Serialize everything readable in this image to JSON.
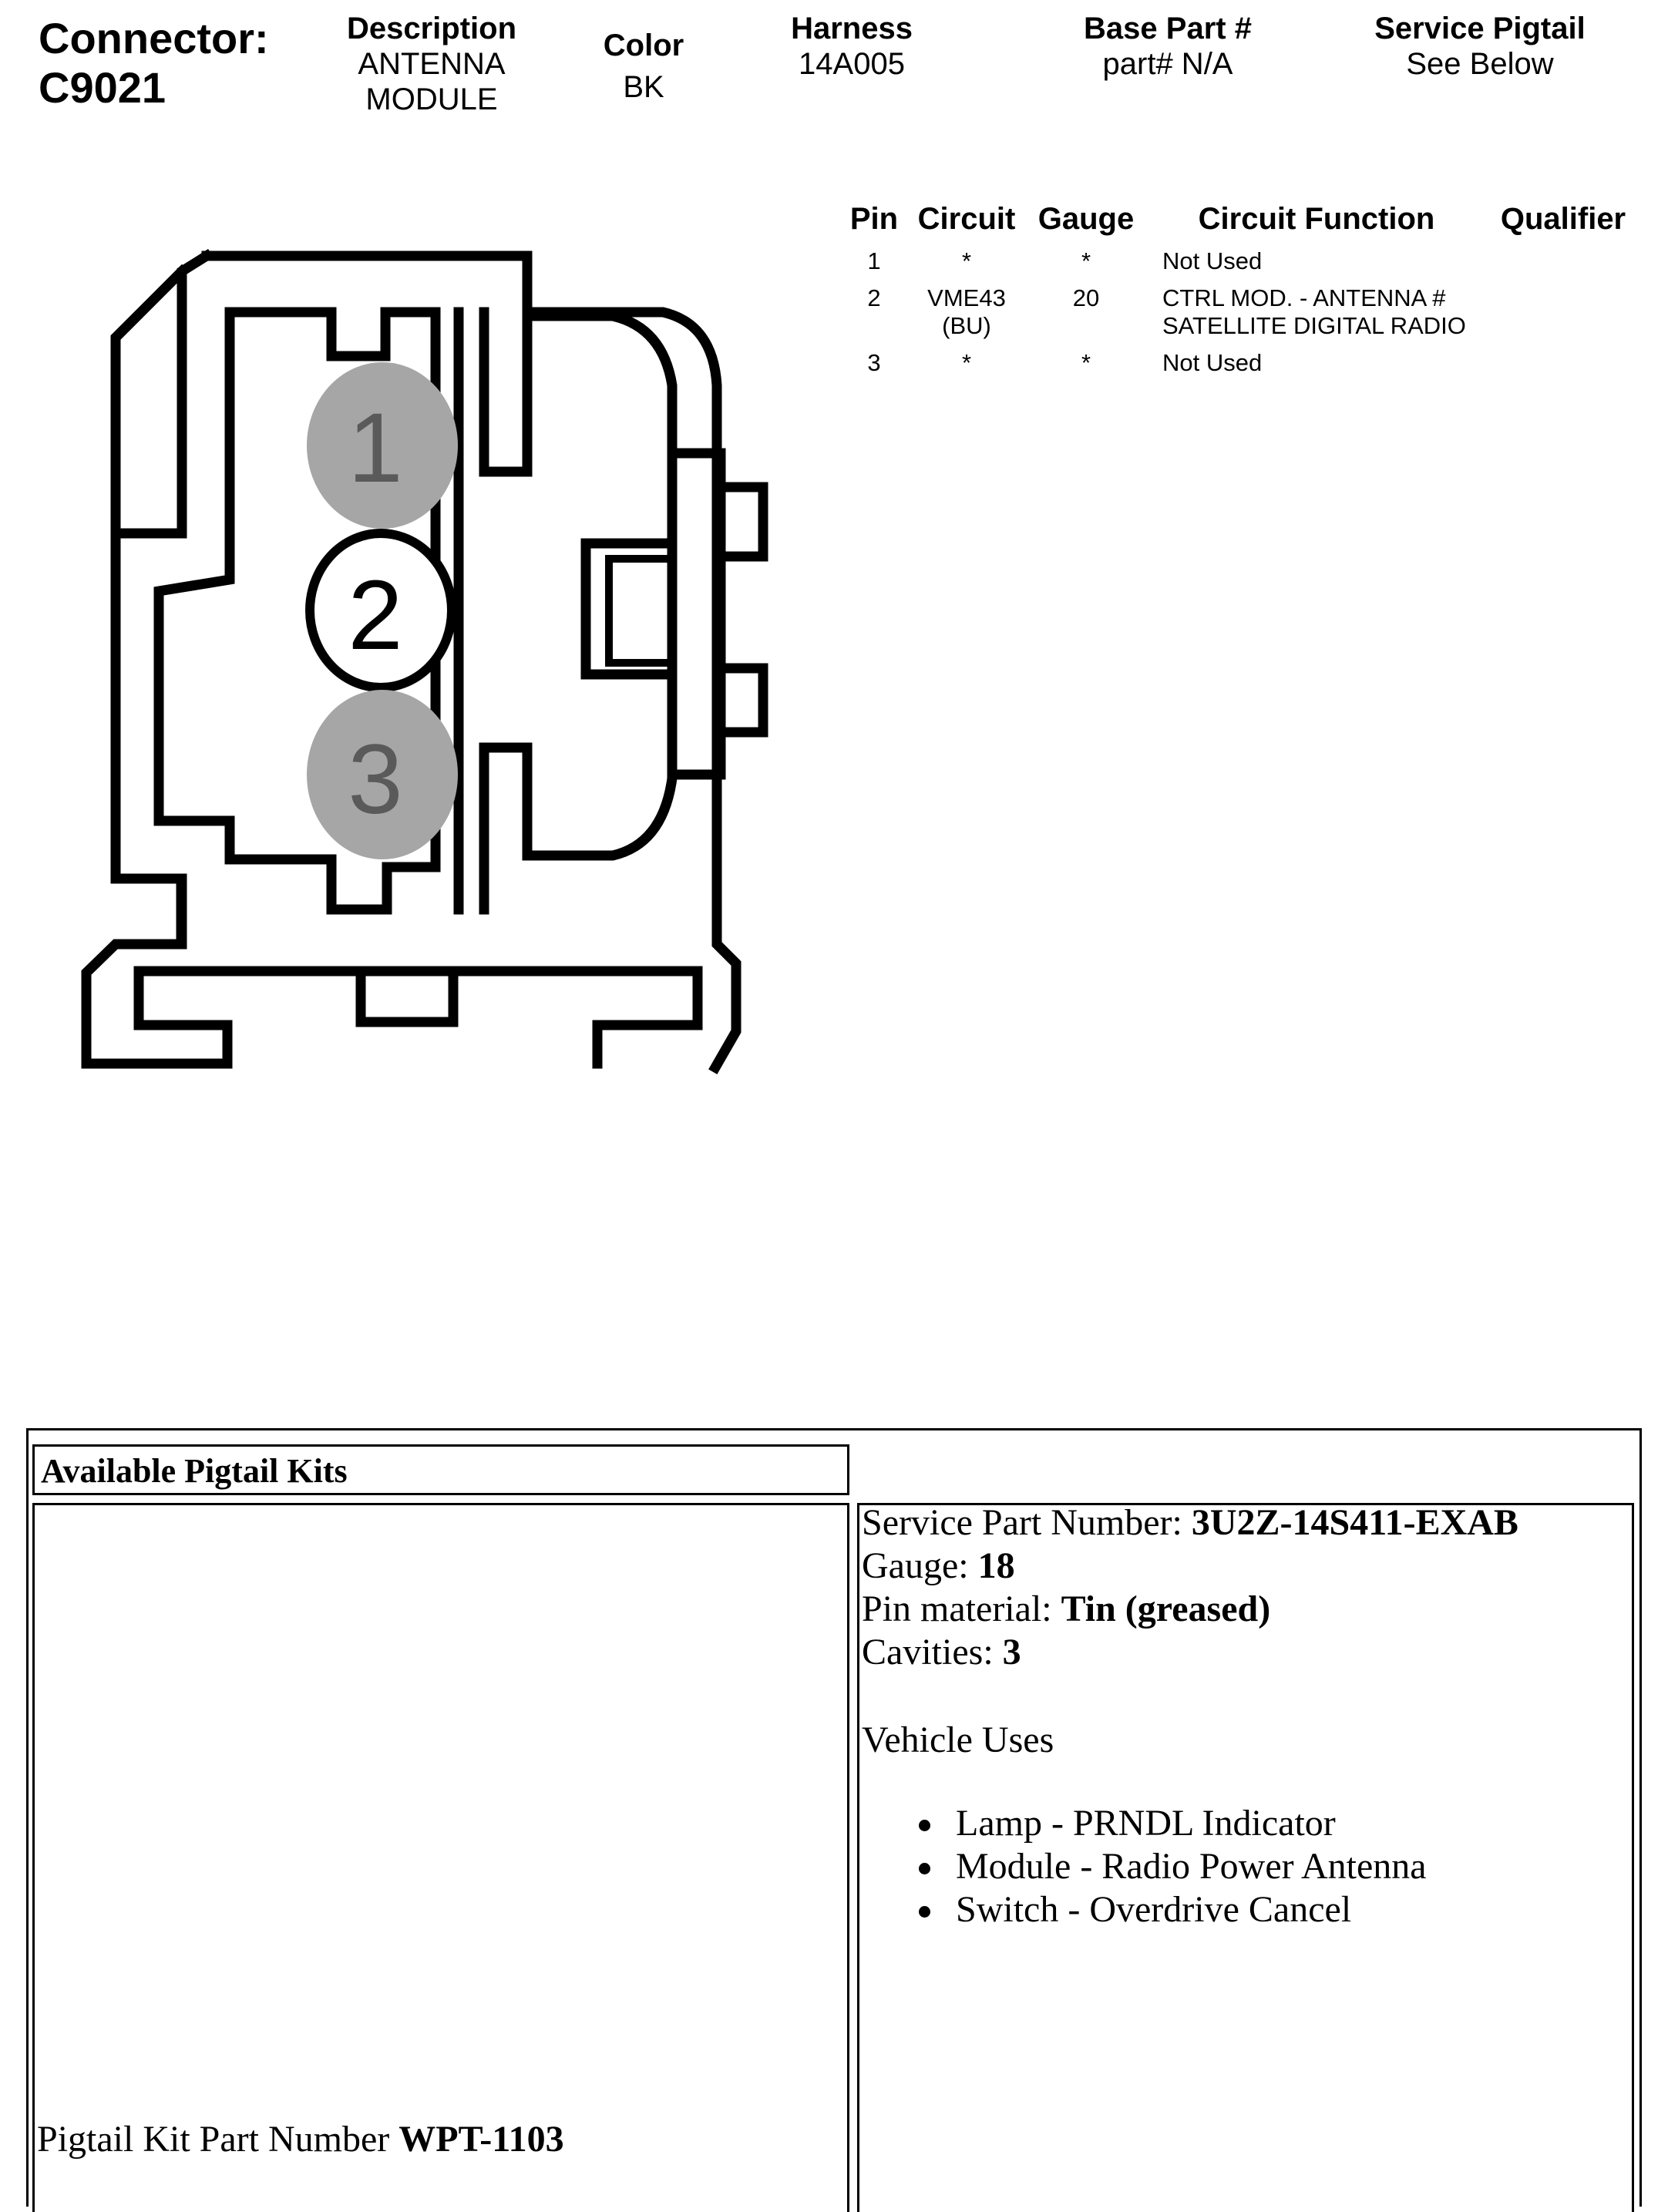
{
  "header": {
    "connector_label": "Connector:",
    "connector_id": "C9021",
    "description_label": "Description",
    "description_line1": "ANTENNA",
    "description_line2": "MODULE",
    "color_label": "Color",
    "color_value": "BK",
    "harness_label": "Harness",
    "harness_value": "14A005",
    "base_part_label": "Base Part #",
    "base_part_value": "part# N/A",
    "service_pigtail_label": "Service Pigtail",
    "service_pigtail_value": "See Below"
  },
  "pin_table": {
    "headers": {
      "pin": "Pin",
      "circuit": "Circuit",
      "gauge": "Gauge",
      "function": "Circuit Function",
      "qualifier": "Qualifier"
    },
    "rows": [
      {
        "pin": "1",
        "circuit": "*",
        "circuit_color": "",
        "gauge": "*",
        "function_line1": "Not Used",
        "function_line2": "",
        "qualifier": ""
      },
      {
        "pin": "2",
        "circuit": "VME43",
        "circuit_color": "(BU)",
        "gauge": "20",
        "function_line1": "CTRL MOD. - ANTENNA #",
        "function_line2": "SATELLITE DIGITAL RADIO",
        "qualifier": ""
      },
      {
        "pin": "3",
        "circuit": "*",
        "circuit_color": "",
        "gauge": "*",
        "function_line1": "Not Used",
        "function_line2": "",
        "qualifier": ""
      }
    ]
  },
  "connector_diagram": {
    "pins": [
      {
        "label": "1",
        "used": false
      },
      {
        "label": "2",
        "used": true
      },
      {
        "label": "3",
        "used": false
      }
    ],
    "unused_pin_fill": "#a6a6a6",
    "unused_pin_text": "#5a5a5a"
  },
  "pigtail": {
    "section_title": "Available Pigtail Kits",
    "kit_label": "Pigtail Kit Part Number ",
    "kit_value": "WPT-1103",
    "service_part_label": "Service Part Number: ",
    "service_part_value": "3U2Z-14S411-EXAB",
    "gauge_label": "Gauge: ",
    "gauge_value": "18",
    "pin_material_label": "Pin material: ",
    "pin_material_value": "Tin (greased)",
    "cavities_label": "Cavities: ",
    "cavities_value": "3",
    "vehicle_uses_title": "Vehicle Uses",
    "vehicle_uses": [
      "Lamp - PRNDL Indicator",
      "Module - Radio Power Antenna",
      "Switch - Overdrive Cancel"
    ]
  }
}
